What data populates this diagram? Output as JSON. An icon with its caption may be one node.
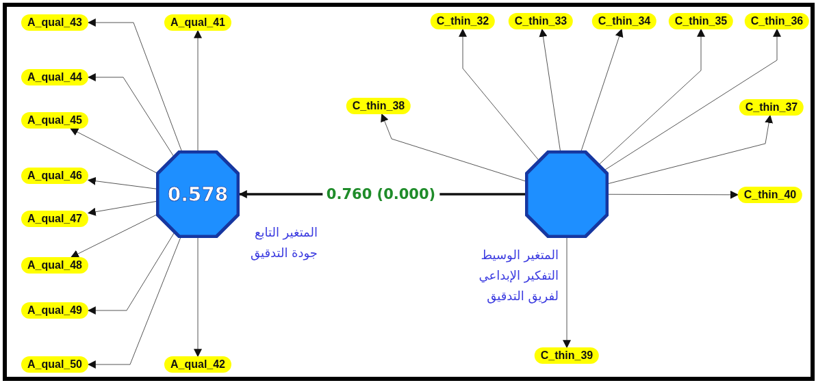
{
  "diagram": {
    "nodes": [
      {
        "text": [
          "A_qual_43"
        ]
      },
      {
        "text": [
          "A_qual_41"
        ]
      },
      {
        "text": [
          "C_thin_32"
        ]
      },
      {
        "text": [
          "C_thin_33"
        ]
      },
      {
        "text": [
          "C_thin_34"
        ]
      },
      {
        "text": [
          "C_thin_35"
        ]
      },
      {
        "text": [
          "C_thin_36"
        ]
      },
      {
        "text": [
          "A_qual_44"
        ]
      },
      {
        "text": [
          "C_thin_38"
        ]
      },
      {
        "text": [
          "C_thin_37"
        ]
      },
      {
        "text": [
          "A_qual_45"
        ]
      },
      {
        "text": [
          "A_qual_46"
        ]
      },
      {
        "text": [
          "0.578"
        ],
        "beside": [
          "المتغير التابع جودة التدقيق"
        ]
      },
      {
        "text": [],
        "shape": "octagon",
        "beside": [
          "المتغير الوسيط التفكير الإبداعي لفريق التدقيق"
        ]
      },
      {
        "text": [
          "C_thin_40"
        ]
      },
      {
        "text": [
          "A_qual_47"
        ]
      },
      {
        "text": [
          "A_qual_48"
        ]
      },
      {
        "text": [
          "A_qual_49"
        ]
      },
      {
        "text": [
          "A_qual_50"
        ]
      },
      {
        "text": [
          "A_qual_42"
        ]
      },
      {
        "text": [
          "C_thin_39"
        ]
      }
    ],
    "edges": [
      {
        "from": 13,
        "to": 12,
        "arrow": "to",
        "label": "0.760 (0.000)",
        "style": "thick"
      },
      {
        "from": 12,
        "to": 0,
        "arrow": "to"
      },
      {
        "from": 12,
        "to": 1,
        "arrow": "to"
      },
      {
        "from": 12,
        "to": 7,
        "arrow": "to"
      },
      {
        "from": 12,
        "to": 10,
        "arrow": "to"
      },
      {
        "from": 12,
        "to": 11,
        "arrow": "to"
      },
      {
        "from": 12,
        "to": 15,
        "arrow": "to"
      },
      {
        "from": 12,
        "to": 16,
        "arrow": "to"
      },
      {
        "from": 12,
        "to": 17,
        "arrow": "to"
      },
      {
        "from": 12,
        "to": 18,
        "arrow": "to"
      },
      {
        "from": 12,
        "to": 19,
        "arrow": "to"
      },
      {
        "from": 13,
        "to": 2,
        "arrow": "to"
      },
      {
        "from": 13,
        "to": 3,
        "arrow": "to"
      },
      {
        "from": 13,
        "to": 4,
        "arrow": "to"
      },
      {
        "from": 13,
        "to": 5,
        "arrow": "to"
      },
      {
        "from": 13,
        "to": 6,
        "arrow": "to"
      },
      {
        "from": 13,
        "to": 8,
        "arrow": "to"
      },
      {
        "from": 13,
        "to": 9,
        "arrow": "to"
      },
      {
        "from": 13,
        "to": 14,
        "arrow": "to"
      },
      {
        "from": 13,
        "to": 20,
        "arrow": "to"
      }
    ]
  }
}
